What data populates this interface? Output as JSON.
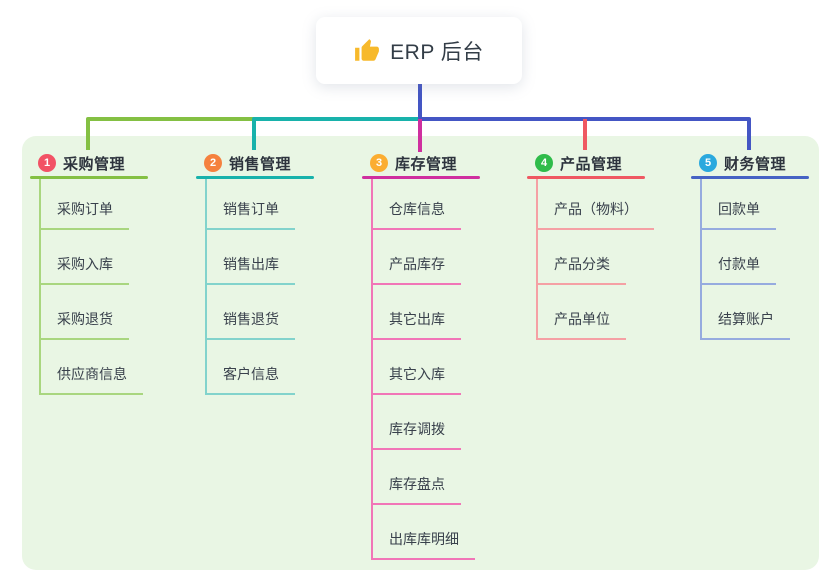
{
  "root": {
    "title": "ERP 后台",
    "icon": "thumbs-up-icon",
    "icon_color": "#f7b92b"
  },
  "canvas": {
    "background": "#ffffff",
    "panel_background": "#e9f6e4"
  },
  "connector": {
    "trunk_color": "#4456c4"
  },
  "branches": [
    {
      "number": "1",
      "label": "采购管理",
      "circle_color": "#f25265",
      "line_color": "#84c043",
      "child_line_color": "#a9d67f",
      "children": [
        "采购订单",
        "采购入库",
        "采购退货",
        "供应商信息"
      ]
    },
    {
      "number": "2",
      "label": "销售管理",
      "circle_color": "#f5813e",
      "line_color": "#18b2ab",
      "child_line_color": "#82d3cc",
      "children": [
        "销售订单",
        "销售出库",
        "销售退货",
        "客户信息"
      ]
    },
    {
      "number": "3",
      "label": "库存管理",
      "circle_color": "#fbad31",
      "line_color": "#cf2f9f",
      "child_line_color": "#f175b7",
      "children": [
        "仓库信息",
        "产品库存",
        "其它出库",
        "其它入库",
        "库存调拨",
        "库存盘点",
        "出库库明细"
      ]
    },
    {
      "number": "4",
      "label": "产品管理",
      "circle_color": "#2fbc4a",
      "line_color": "#ef5862",
      "child_line_color": "#f5a0a4",
      "children": [
        "产品（物料）",
        "产品分类",
        "产品单位"
      ]
    },
    {
      "number": "5",
      "label": "财务管理",
      "circle_color": "#2aa9de",
      "line_color": "#4663c4",
      "child_line_color": "#96abdf",
      "children": [
        "回款单",
        "付款单",
        "结算账户"
      ]
    }
  ]
}
